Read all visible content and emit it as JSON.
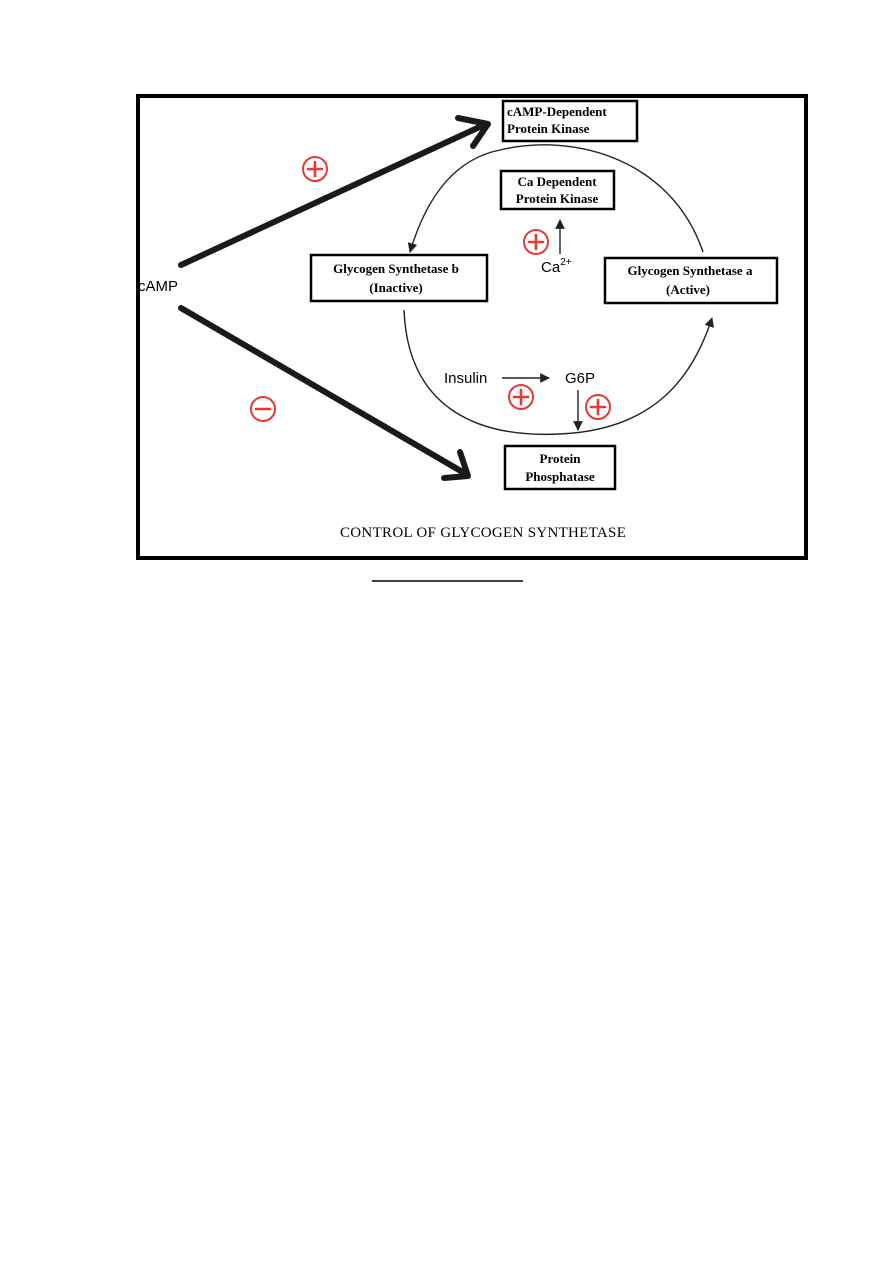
{
  "diagram": {
    "caption": "CONTROL OF GLYCOGEN SYNTHETASE",
    "nodes": {
      "camp": "cAMP",
      "camp_kinase": {
        "line1": "cAMP-Dependent",
        "line2": "Protein Kinase"
      },
      "ca_kinase": {
        "line1": "Ca Dependent",
        "line2": "Protein Kinase"
      },
      "synthetase_b": {
        "line1": "Glycogen Synthetase b",
        "line2": "(Inactive)"
      },
      "synthetase_a": {
        "line1": "Glycogen Synthetase a",
        "line2": "(Active)"
      },
      "phosphatase": {
        "line1": "Protein",
        "line2": "Phosphatase"
      },
      "calcium": {
        "base": "Ca",
        "superscript": "2+"
      },
      "insulin": "Insulin",
      "g6p": "G6P"
    },
    "signs": {
      "camp_to_kinase": "+",
      "camp_to_phosphatase": "−",
      "calcium": "+",
      "insulin": "+",
      "g6p": "+"
    },
    "colors": {
      "sign": "#e53935",
      "line": "#000000"
    }
  }
}
